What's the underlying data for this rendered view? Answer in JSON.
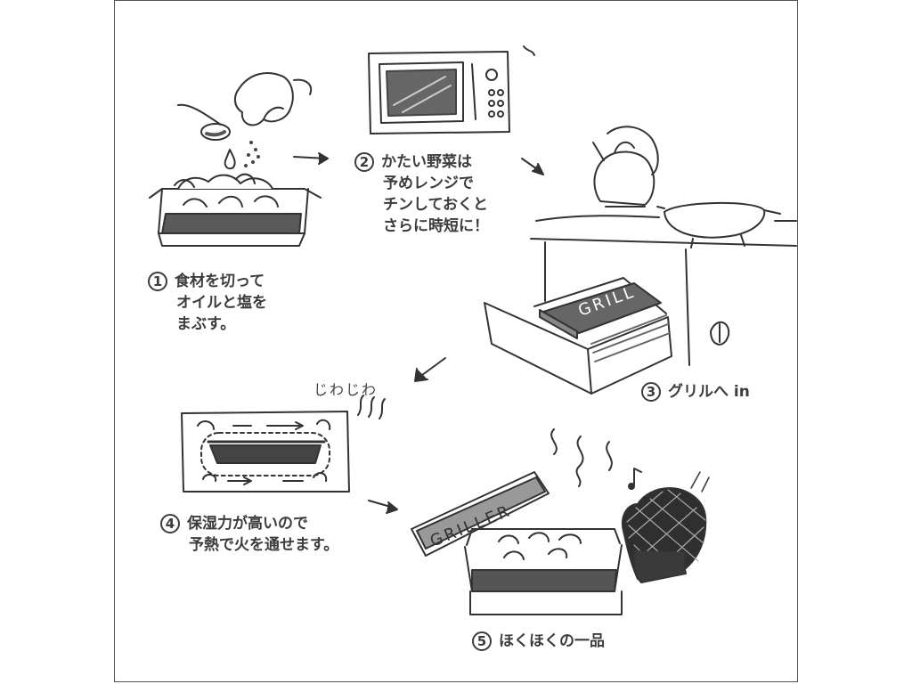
{
  "steps": [
    {
      "num": "1",
      "lines": [
        "食材を切って",
        "オイルと塩を",
        "まぶす。"
      ]
    },
    {
      "num": "2",
      "lines": [
        "かたい野菜は",
        "予めレンジで",
        "チンしておくと",
        "さらに時短に！"
      ]
    },
    {
      "num": "3",
      "lines": [
        "グリルへ in"
      ]
    },
    {
      "num": "4",
      "lines": [
        "保湿力が高いので",
        "予熱で火を通せます。"
      ]
    },
    {
      "num": "5",
      "lines": [
        "ほくほくの一品"
      ]
    }
  ],
  "sfx": {
    "sizzle": "じわじわ"
  },
  "labels": {
    "grill_lid": "GRILL",
    "griller_lid": "GRILLER"
  },
  "colors": {
    "pan_dark": "#555555",
    "lid_gray": "#999999",
    "line": "#333333"
  }
}
